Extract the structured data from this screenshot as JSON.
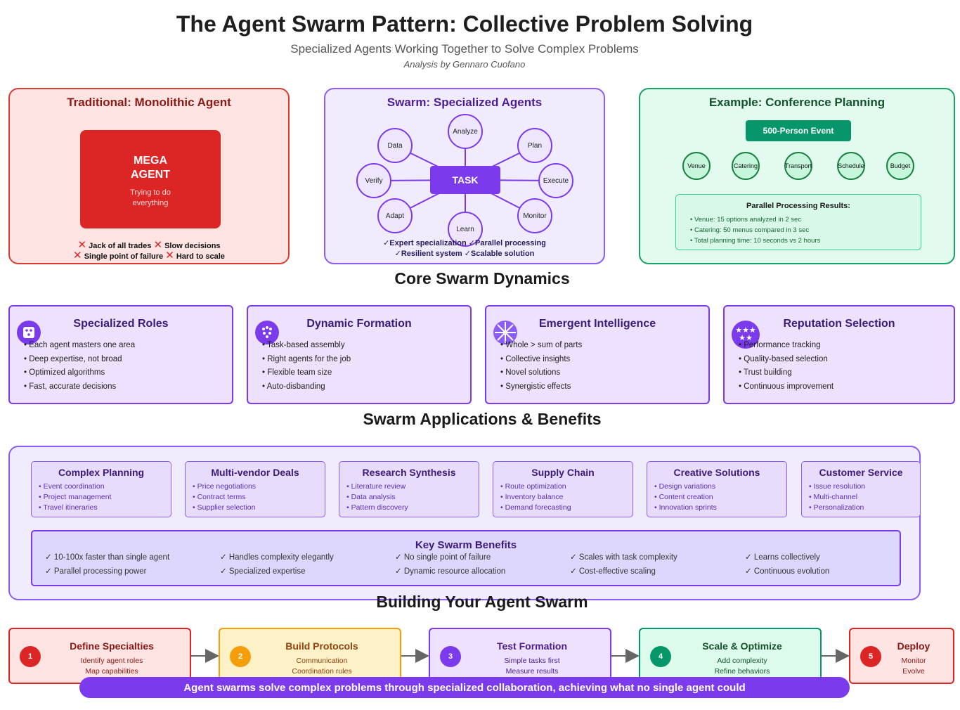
{
  "header": {
    "title": "The Agent Swarm Pattern: Collective Problem Solving",
    "subtitle": "Specialized Agents Working Together to Solve Complex Problems",
    "author": "Analysis by Gennaro Cuofano"
  },
  "traditional": {
    "title": "Traditional: Monolithic Agent",
    "box_title_1": "MEGA",
    "box_title_2": "AGENT",
    "box_desc_1": "Trying to do",
    "box_desc_2": "everything",
    "drawbacks": [
      "Jack of all trades",
      "Slow decisions",
      "Single point of failure",
      "Hard to scale"
    ]
  },
  "swarm": {
    "title": "Swarm: Specialized Agents",
    "center": "TASK",
    "nodes": [
      "Analyze",
      "Plan",
      "Execute",
      "Monitor",
      "Learn",
      "Adapt",
      "Verify",
      "Data"
    ],
    "benefits": [
      "Expert specialization",
      "Parallel processing",
      "Resilient system",
      "Scalable solution"
    ]
  },
  "example": {
    "title": "Example: Conference Planning",
    "event": "500-Person Event",
    "agents": [
      "Venue",
      "Catering",
      "Transport",
      "Schedule",
      "Budget"
    ],
    "results_title": "Parallel Processing Results:",
    "results": [
      "• Venue: 15 options analyzed in 2 sec",
      "• Catering: 50 menus compared in 3 sec",
      "• Total planning time: 10 seconds vs 2 hours"
    ]
  },
  "dynamics": {
    "heading": "Core Swarm Dynamics",
    "cards": [
      {
        "title": "Specialized Roles",
        "icon": "dice-icon",
        "items": [
          "• Each agent masters one area",
          "• Deep expertise, not broad",
          "• Optimized algorithms",
          "• Fast, accurate decisions"
        ]
      },
      {
        "title": "Dynamic Formation",
        "icon": "dots-cluster-icon",
        "items": [
          "• Task-based assembly",
          "• Right agents for the job",
          "• Flexible team size",
          "• Auto-disbanding"
        ]
      },
      {
        "title": "Emergent Intelligence",
        "icon": "starburst-icon",
        "items": [
          "• Whole > sum of parts",
          "• Collective insights",
          "• Novel solutions",
          "• Synergistic effects"
        ]
      },
      {
        "title": "Reputation Selection",
        "icon": "stars-icon",
        "items": [
          "• Performance tracking",
          "• Quality-based selection",
          "• Trust building",
          "• Continuous improvement"
        ]
      }
    ]
  },
  "applications": {
    "heading": "Swarm Applications & Benefits",
    "cards": [
      {
        "title": "Complex Planning",
        "items": [
          "• Event coordination",
          "• Project management",
          "• Travel itineraries"
        ]
      },
      {
        "title": "Multi-vendor Deals",
        "items": [
          "• Price negotiations",
          "• Contract terms",
          "• Supplier selection"
        ]
      },
      {
        "title": "Research Synthesis",
        "items": [
          "• Literature review",
          "• Data analysis",
          "• Pattern discovery"
        ]
      },
      {
        "title": "Supply Chain",
        "items": [
          "• Route optimization",
          "• Inventory balance",
          "• Demand forecasting"
        ]
      },
      {
        "title": "Creative Solutions",
        "items": [
          "• Design variations",
          "• Content creation",
          "• Innovation sprints"
        ]
      },
      {
        "title": "Customer Service",
        "items": [
          "• Issue resolution",
          "• Multi-channel",
          "• Personalization"
        ]
      }
    ],
    "benefits_title": "Key Swarm Benefits",
    "benefits": [
      [
        "✓ 10-100x faster than single agent",
        "✓ Parallel processing power"
      ],
      [
        "✓ Handles complexity elegantly",
        "✓ Specialized expertise"
      ],
      [
        "✓ No single point of failure",
        "✓ Dynamic resource allocation"
      ],
      [
        "✓ Scales with task complexity",
        "✓ Cost-effective scaling"
      ],
      [
        "✓ Learns collectively",
        "✓ Continuous evolution"
      ]
    ]
  },
  "building": {
    "heading": "Building Your Agent Swarm",
    "steps": [
      {
        "num": "1",
        "title": "Define Specialties",
        "lines": [
          "Identify agent roles",
          "Map capabilities"
        ],
        "color": "#dc2626"
      },
      {
        "num": "2",
        "title": "Build Protocols",
        "lines": [
          "Communication",
          "Coordination rules"
        ],
        "color": "#f59e0b"
      },
      {
        "num": "3",
        "title": "Test Formation",
        "lines": [
          "Simple tasks first",
          "Measure results"
        ],
        "color": "#7c3aed"
      },
      {
        "num": "4",
        "title": "Scale & Optimize",
        "lines": [
          "Add complexity",
          "Refine behaviors"
        ],
        "color": "#059669"
      },
      {
        "num": "5",
        "title": "Deploy",
        "lines": [
          "Monitor",
          "Evolve"
        ],
        "color": "#dc2626"
      }
    ],
    "banner": "Agent swarms solve complex problems through specialized collaboration, achieving what no single agent could"
  }
}
